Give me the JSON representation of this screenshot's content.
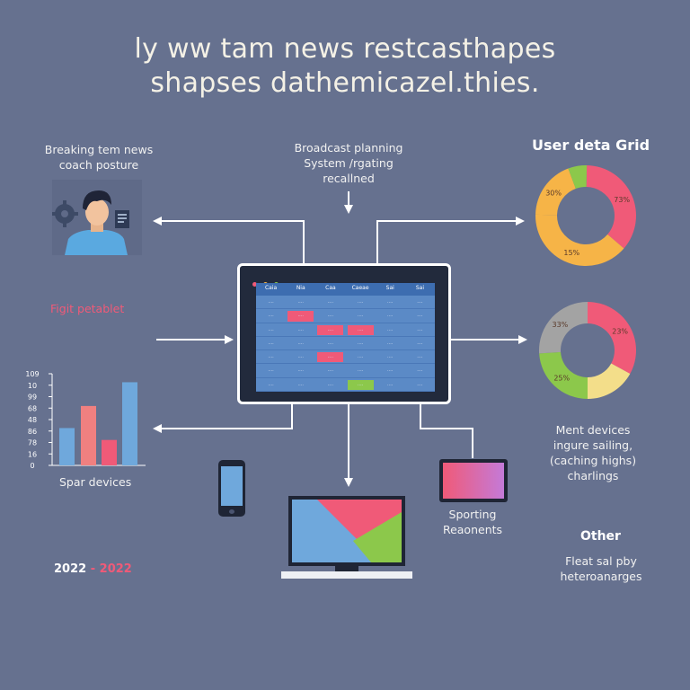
{
  "header": {
    "title_line1": "ly ww tam news restcasthapes",
    "title_line2": "shapses dathemicazel.thies."
  },
  "top_left": {
    "line1": "Breaking tem news",
    "line2": "coach posture"
  },
  "top_center": {
    "line1": "Broadcast planning",
    "line2": "System /rgating",
    "line3": "recallned"
  },
  "top_right": {
    "heading": "User deta Grid"
  },
  "left_middle": {
    "label": "Figit petablet"
  },
  "bar_chart_caption": "Spar devices",
  "year_range": {
    "start": "2022",
    "separator": "-",
    "end": "2022"
  },
  "right_middle": {
    "line1": "Ment devices",
    "line2": "ingure sailing,",
    "line3": "(caching highs)",
    "line4": "charlings"
  },
  "bottom_center_right": {
    "line1": "Sporting",
    "line2": "Reaonents"
  },
  "bottom_right": {
    "heading": "Other",
    "line1": "Fleat sal pby",
    "line2": "heteroanarges"
  },
  "grid": {
    "headers": [
      "Caia",
      "Nia",
      "Caa",
      "Caeae",
      "Sai",
      "Sai"
    ],
    "cell_text": "...."
  },
  "colors": {
    "background": "#66718f",
    "pink": "#f05a78",
    "green": "#8cc84b",
    "orange": "#f6b447",
    "yellow": "#f3de8a",
    "gray": "#a3a3a3",
    "blue": "#6fa8dc"
  },
  "chart_data": [
    {
      "type": "bar",
      "categories": [
        "",
        "",
        "",
        ""
      ],
      "values": [
        44,
        70,
        30,
        98
      ],
      "colors": [
        "#6fa8dc",
        "#f08080",
        "#f05a78",
        "#6fa8dc"
      ],
      "ylim": [
        0,
        108
      ],
      "yticks": [
        "0",
        "16",
        "78",
        "86",
        "48",
        "68",
        "99",
        "10",
        "109"
      ],
      "title": "",
      "xlabel": "",
      "ylabel": ""
    },
    {
      "type": "pie",
      "variant": "donut",
      "labels": [
        "",
        "",
        "",
        ""
      ],
      "values": [
        36,
        39,
        19,
        6
      ],
      "value_labels": [
        "73%",
        "15%",
        "30%",
        ""
      ],
      "colors": [
        "#f05a78",
        "#f6b447",
        "#f6b447",
        "#8cc84b"
      ]
    },
    {
      "type": "pie",
      "variant": "donut",
      "labels": [
        "",
        "",
        "",
        ""
      ],
      "values": [
        33,
        17,
        24,
        26
      ],
      "value_labels": [
        "23%",
        "",
        "25%",
        "33%"
      ],
      "colors": [
        "#f05a78",
        "#f3de8a",
        "#8cc84b",
        "#a3a3a3"
      ]
    }
  ]
}
